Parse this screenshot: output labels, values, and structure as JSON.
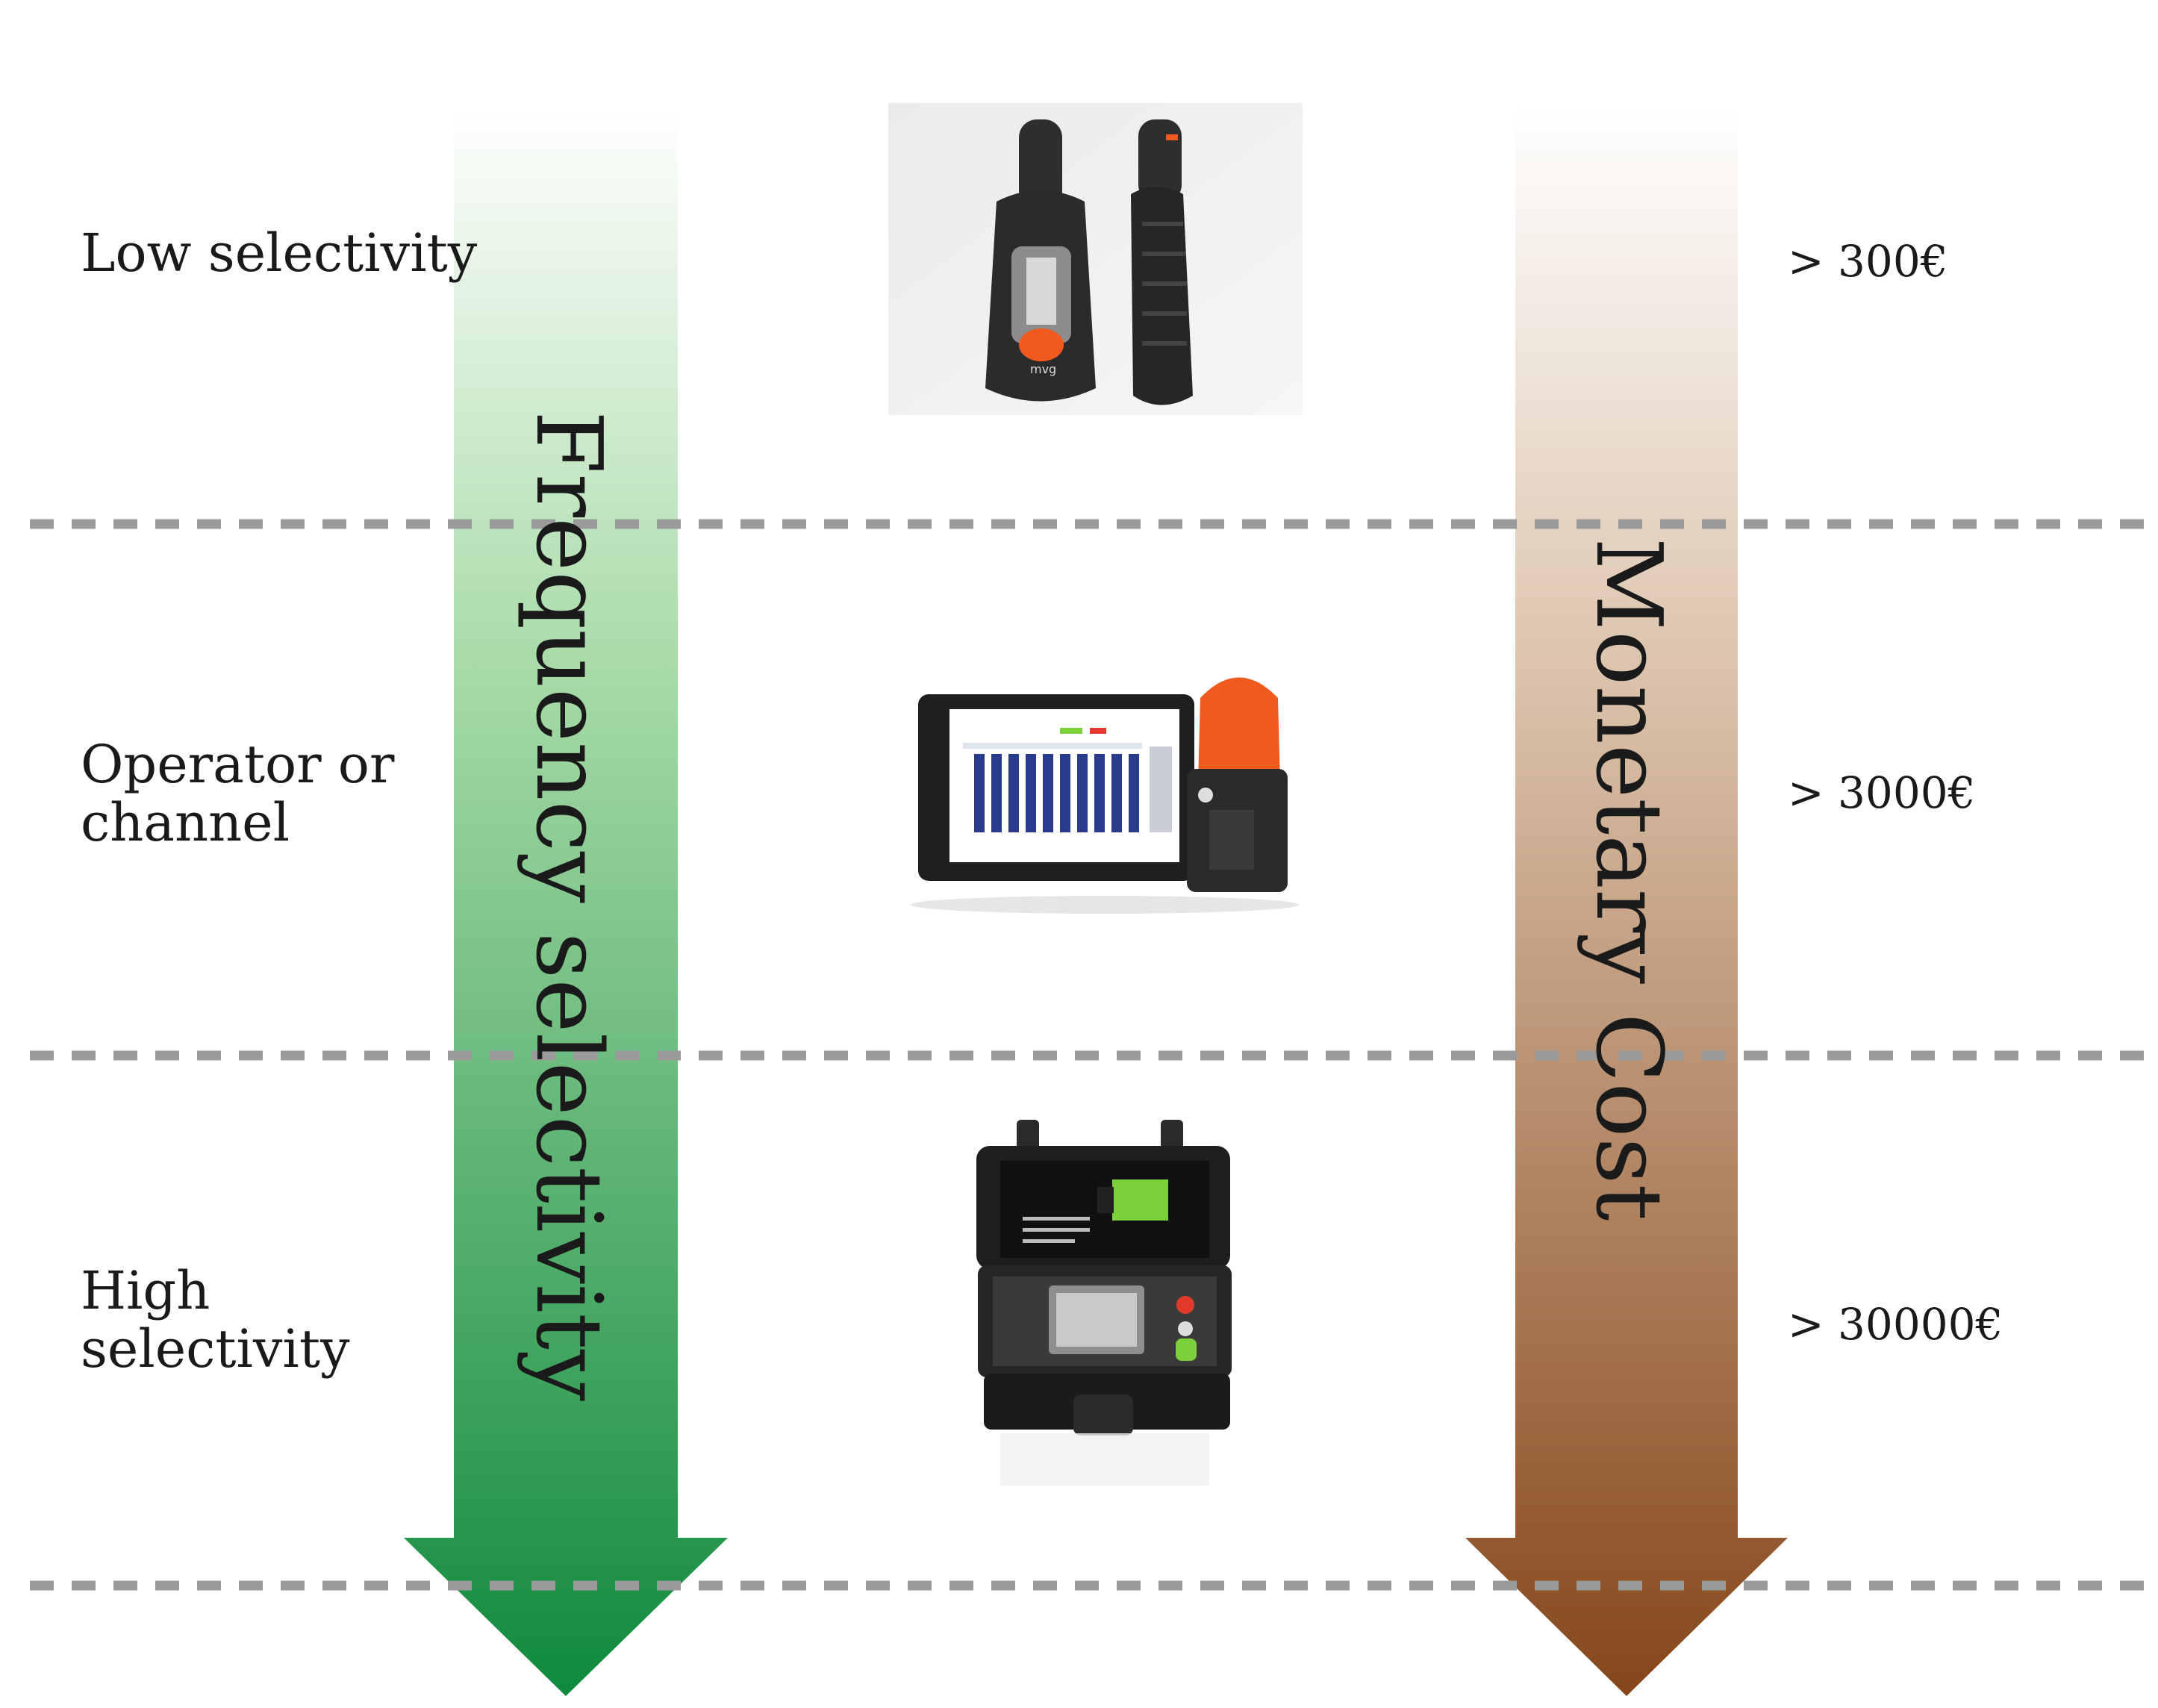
{
  "rows": [
    {
      "label": "Low selectivity",
      "price": "> 300€",
      "device": "pocket-exposimeter"
    },
    {
      "label": "Operator or\nchannel",
      "price": "> 3000€",
      "device": "tablet-with-probe"
    },
    {
      "label": "High\nselectivity",
      "price": "> 30000€",
      "device": "spectrum-analyzer-case"
    }
  ],
  "arrows": {
    "left": {
      "label": "Frequency selectivity",
      "color_top": "#ffffff",
      "color_bottom": "#0f8a3c"
    },
    "right": {
      "label": "Monetary Cost",
      "color_top": "#ffffff",
      "color_bottom": "#8a4a1c"
    }
  },
  "colors": {
    "divider": "#9a9a9a",
    "device_orange": "#f05a1e",
    "device_dark": "#2b2b2b",
    "screen_blue": "#2a3a8c",
    "screen_green": "#7cd13a"
  }
}
